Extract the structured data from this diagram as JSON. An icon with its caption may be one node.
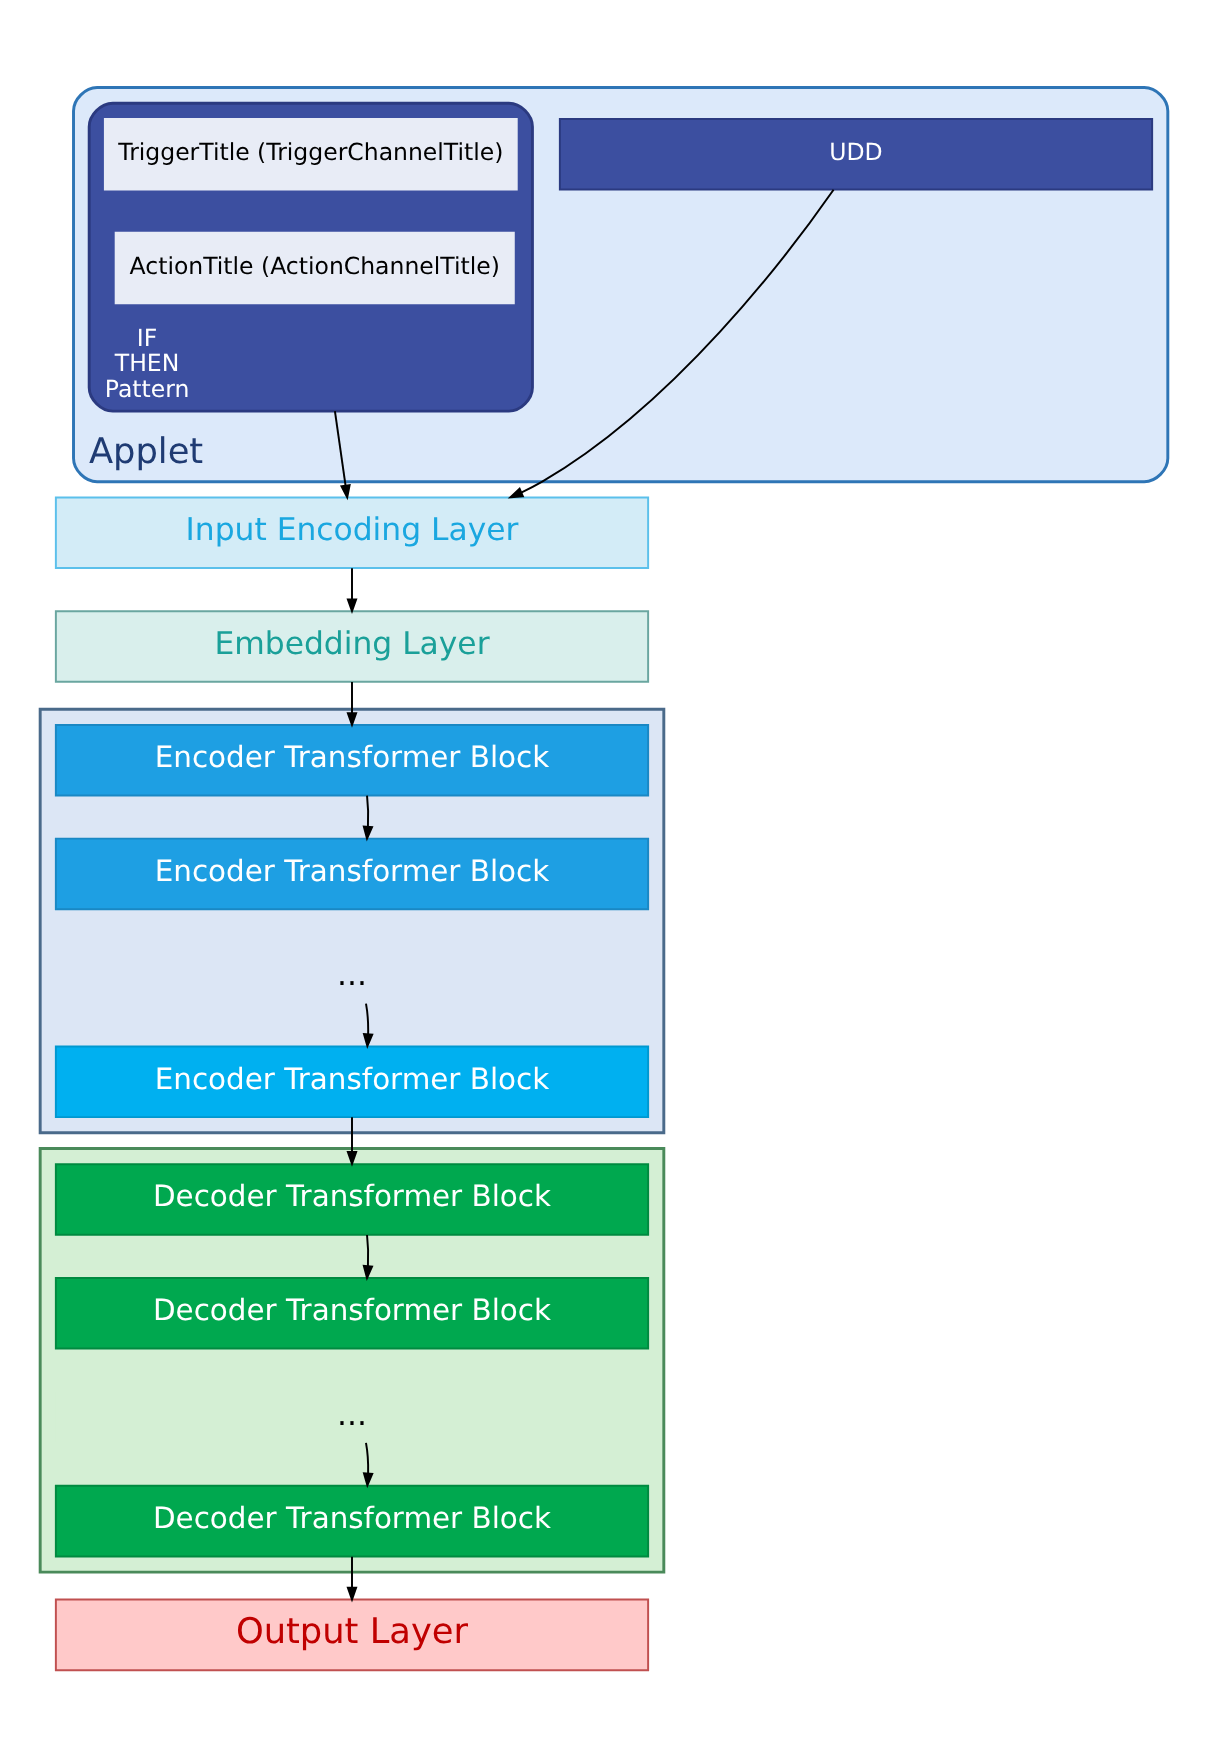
{
  "diagram": {
    "nodes": [
      {
        "text": [
          "Applet"
        ]
      },
      {
        "text": [
          "UDD"
        ],
        "in": 0
      },
      {
        "text": [
          "IF",
          "THEN",
          "Pattern"
        ],
        "in": 0
      },
      {
        "text": [
          "TriggerTitle (TriggerChannelTitle)"
        ],
        "in": 2
      },
      {
        "text": [
          "ActionTitle (ActionChannelTitle)"
        ],
        "in": 2
      },
      {
        "text": [
          "Input Encoding Layer"
        ]
      },
      {
        "text": [
          "Embedding Layer"
        ]
      },
      {
        "text": [],
        "shape": "box"
      },
      {
        "text": [
          "Encoder Transformer Block"
        ],
        "in": 7
      },
      {
        "text": [
          "Encoder Transformer Block"
        ],
        "in": 7
      },
      {
        "text": [
          "..."
        ],
        "in": 7
      },
      {
        "text": [
          "Encoder Transformer Block"
        ],
        "in": 7
      },
      {
        "text": [],
        "shape": "box"
      },
      {
        "text": [
          "Decoder Transformer Block"
        ],
        "in": 12
      },
      {
        "text": [
          "Decoder Transformer Block"
        ],
        "in": 12
      },
      {
        "text": [
          "..."
        ],
        "in": 12
      },
      {
        "text": [
          "Decoder Transformer Block"
        ],
        "in": 12
      },
      {
        "text": [
          "Output Layer"
        ]
      }
    ],
    "edges": [
      {
        "from": 1,
        "to": 5,
        "arrow": "to"
      },
      {
        "from": 2,
        "to": 5,
        "arrow": "to"
      },
      {
        "from": 5,
        "to": 6,
        "arrow": "to"
      },
      {
        "from": 6,
        "to": 8,
        "arrow": "to"
      },
      {
        "from": 8,
        "to": 9,
        "arrow": "to"
      },
      {
        "from": 10,
        "to": 11,
        "arrow": "to"
      },
      {
        "from": 11,
        "to": 13,
        "arrow": "to"
      },
      {
        "from": 13,
        "to": 14,
        "arrow": "to"
      },
      {
        "from": 15,
        "to": 16,
        "arrow": "to"
      },
      {
        "from": 16,
        "to": 17,
        "arrow": "to"
      }
    ]
  }
}
